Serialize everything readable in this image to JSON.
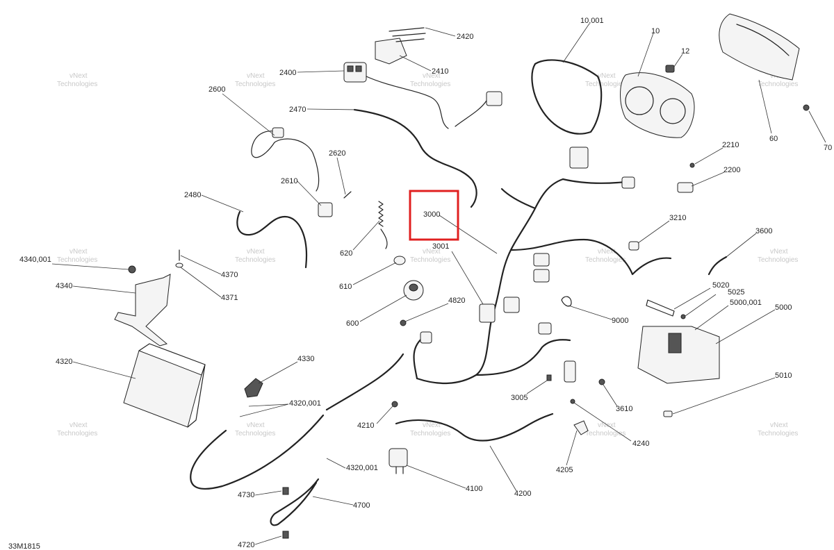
{
  "diagram_code": "33M1815",
  "watermark": "vNext\nTechnologies",
  "highlight_label": "3000",
  "labels": [
    {
      "id": "p2420",
      "text": "2420"
    },
    {
      "id": "p2410",
      "text": "2410"
    },
    {
      "id": "p2400",
      "text": "2400"
    },
    {
      "id": "p2470",
      "text": "2470"
    },
    {
      "id": "p2600",
      "text": "2600"
    },
    {
      "id": "p2620",
      "text": "2620"
    },
    {
      "id": "p2610",
      "text": "2610"
    },
    {
      "id": "p2480",
      "text": "2480"
    },
    {
      "id": "p620",
      "text": "620"
    },
    {
      "id": "p610",
      "text": "610"
    },
    {
      "id": "p600",
      "text": "600"
    },
    {
      "id": "p4340001",
      "text": "4340,001"
    },
    {
      "id": "p4340",
      "text": "4340"
    },
    {
      "id": "p4370",
      "text": "4370"
    },
    {
      "id": "p4371",
      "text": "4371"
    },
    {
      "id": "p4320",
      "text": "4320"
    },
    {
      "id": "p4330",
      "text": "4330"
    },
    {
      "id": "p4320001a",
      "text": "4320,001"
    },
    {
      "id": "p4320001b",
      "text": "4320,001"
    },
    {
      "id": "p4210",
      "text": "4210"
    },
    {
      "id": "p4730",
      "text": "4730"
    },
    {
      "id": "p4700",
      "text": "4700"
    },
    {
      "id": "p4720",
      "text": "4720"
    },
    {
      "id": "p4100",
      "text": "4100"
    },
    {
      "id": "p4200",
      "text": "4200"
    },
    {
      "id": "p4820",
      "text": "4820"
    },
    {
      "id": "p3000",
      "text": "3000"
    },
    {
      "id": "p3001",
      "text": "3001"
    },
    {
      "id": "p3005",
      "text": "3005"
    },
    {
      "id": "p9000",
      "text": "9000"
    },
    {
      "id": "p3610",
      "text": "3610"
    },
    {
      "id": "p4240",
      "text": "4240"
    },
    {
      "id": "p4205",
      "text": "4205"
    },
    {
      "id": "p10001",
      "text": "10,001"
    },
    {
      "id": "p10",
      "text": "10"
    },
    {
      "id": "p12",
      "text": "12"
    },
    {
      "id": "p60",
      "text": "60"
    },
    {
      "id": "p70",
      "text": "70"
    },
    {
      "id": "p2210",
      "text": "2210"
    },
    {
      "id": "p2200",
      "text": "2200"
    },
    {
      "id": "p3210",
      "text": "3210"
    },
    {
      "id": "p3600",
      "text": "3600"
    },
    {
      "id": "p5020",
      "text": "5020"
    },
    {
      "id": "p5025",
      "text": "5025"
    },
    {
      "id": "p5000001",
      "text": "5000,001"
    },
    {
      "id": "p5000",
      "text": "5000"
    },
    {
      "id": "p5010",
      "text": "5010"
    }
  ]
}
